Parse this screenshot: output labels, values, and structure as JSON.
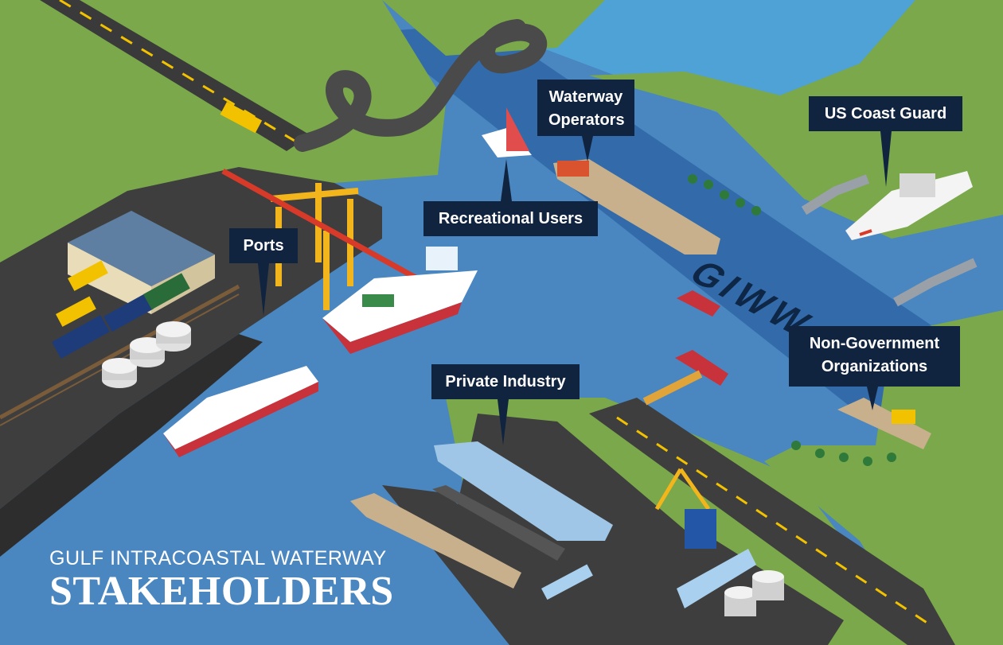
{
  "title": {
    "line1": "GULF INTRACOASTAL WATERWAY",
    "line2": "STAKEHOLDERS"
  },
  "waterway_label": "GIWW",
  "callouts": {
    "waterway_operators": {
      "line1": "Waterway",
      "line2": "Operators"
    },
    "us_coast_guard": "US Coast Guard",
    "recreational_users": "Recreational Users",
    "ports": "Ports",
    "private_industry": "Private Industry",
    "non_government_organizations": {
      "line1": "Non-Government",
      "line2": "Organizations"
    }
  },
  "colors": {
    "water": "#4a86c0",
    "channel": "#2a5e9c",
    "land": "#7aa84a",
    "pavement": "#3e3e3e",
    "callout": "#10233f",
    "road_stripe": "#f2c200"
  }
}
